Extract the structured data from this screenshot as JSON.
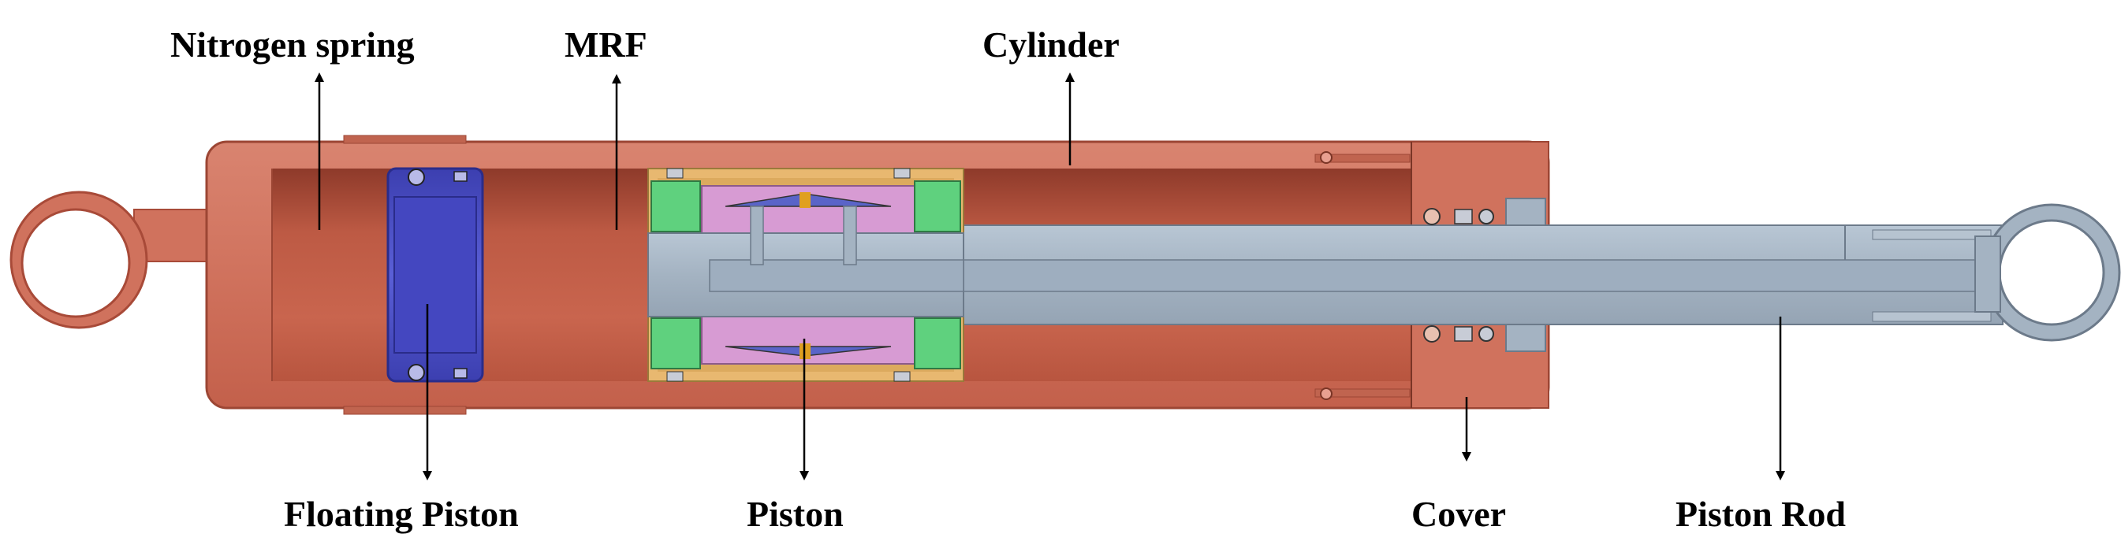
{
  "labels": {
    "nitrogen_spring": "Nitrogen spring",
    "mrf": "MRF",
    "cylinder": "Cylinder",
    "floating_piston": "Floating Piston",
    "piston": "Piston",
    "cover": "Cover",
    "piston_rod": "Piston Rod"
  },
  "colors": {
    "cylinder_body": "#d4735f",
    "cylinder_dark": "#a84a38",
    "cylinder_inner": "#c15e48",
    "floating_piston": "#4a4fc4",
    "piston_ring": "#e8b870",
    "piston_core": "#d99ad6",
    "piston_seal": "#5fd17e",
    "rod": "#a8b8c8",
    "rod_dark": "#7f8c9c"
  }
}
